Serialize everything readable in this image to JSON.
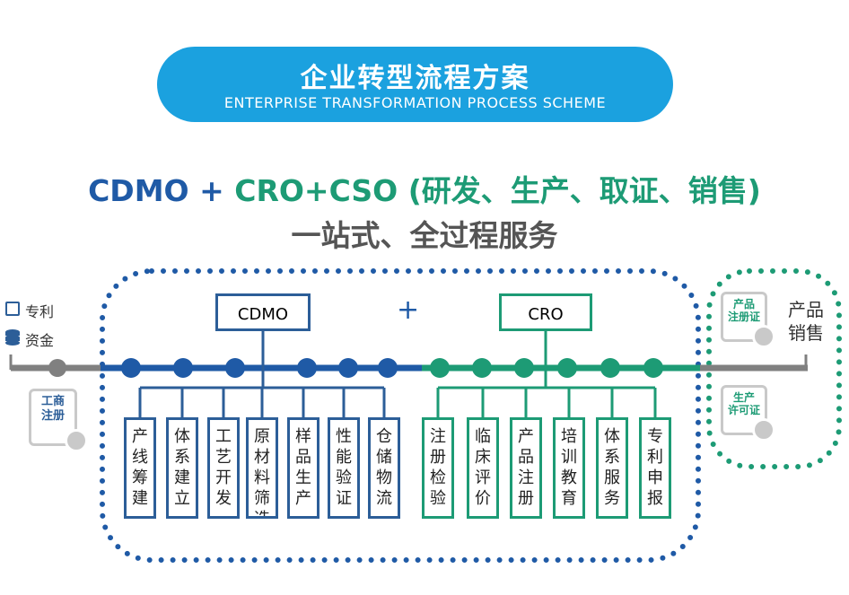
{
  "banner": {
    "title": "企业转型流程方案",
    "subtitle": "ENTERPRISE TRANSFORMATION PROCESS SCHEME"
  },
  "headline": {
    "part_cdmo": "CDMO",
    "part_plus": " + ",
    "part_rest": "CRO+CSO (研发、生产、取证、销售)"
  },
  "subline": "一站式、全过程服务",
  "left_items": [
    {
      "icon": "patent-icon",
      "label": "专利"
    },
    {
      "icon": "coins-icon",
      "label": "资金"
    }
  ],
  "business_registration": "工商\n注册",
  "cdmo": {
    "label": "CDMO",
    "steps": [
      "产线筹建",
      "体系建立",
      "工艺开发",
      "原材料筛选",
      "样品生产",
      "性能验证",
      "仓储物流"
    ]
  },
  "plus": "+",
  "cro": {
    "label": "CRO",
    "steps": [
      "注册检验",
      "临床评价",
      "产品注册",
      "培训教育",
      "体系服务",
      "专利申报"
    ]
  },
  "right_certs": [
    "产品\n注册证",
    "生产\n许可证"
  ],
  "product_sales": "产品\n销售",
  "colors": {
    "banner": "#1ba1df",
    "cdmo_blue": "#1f5aa6",
    "cro_green": "#1d9b75",
    "timeline_gray": "#808080"
  }
}
